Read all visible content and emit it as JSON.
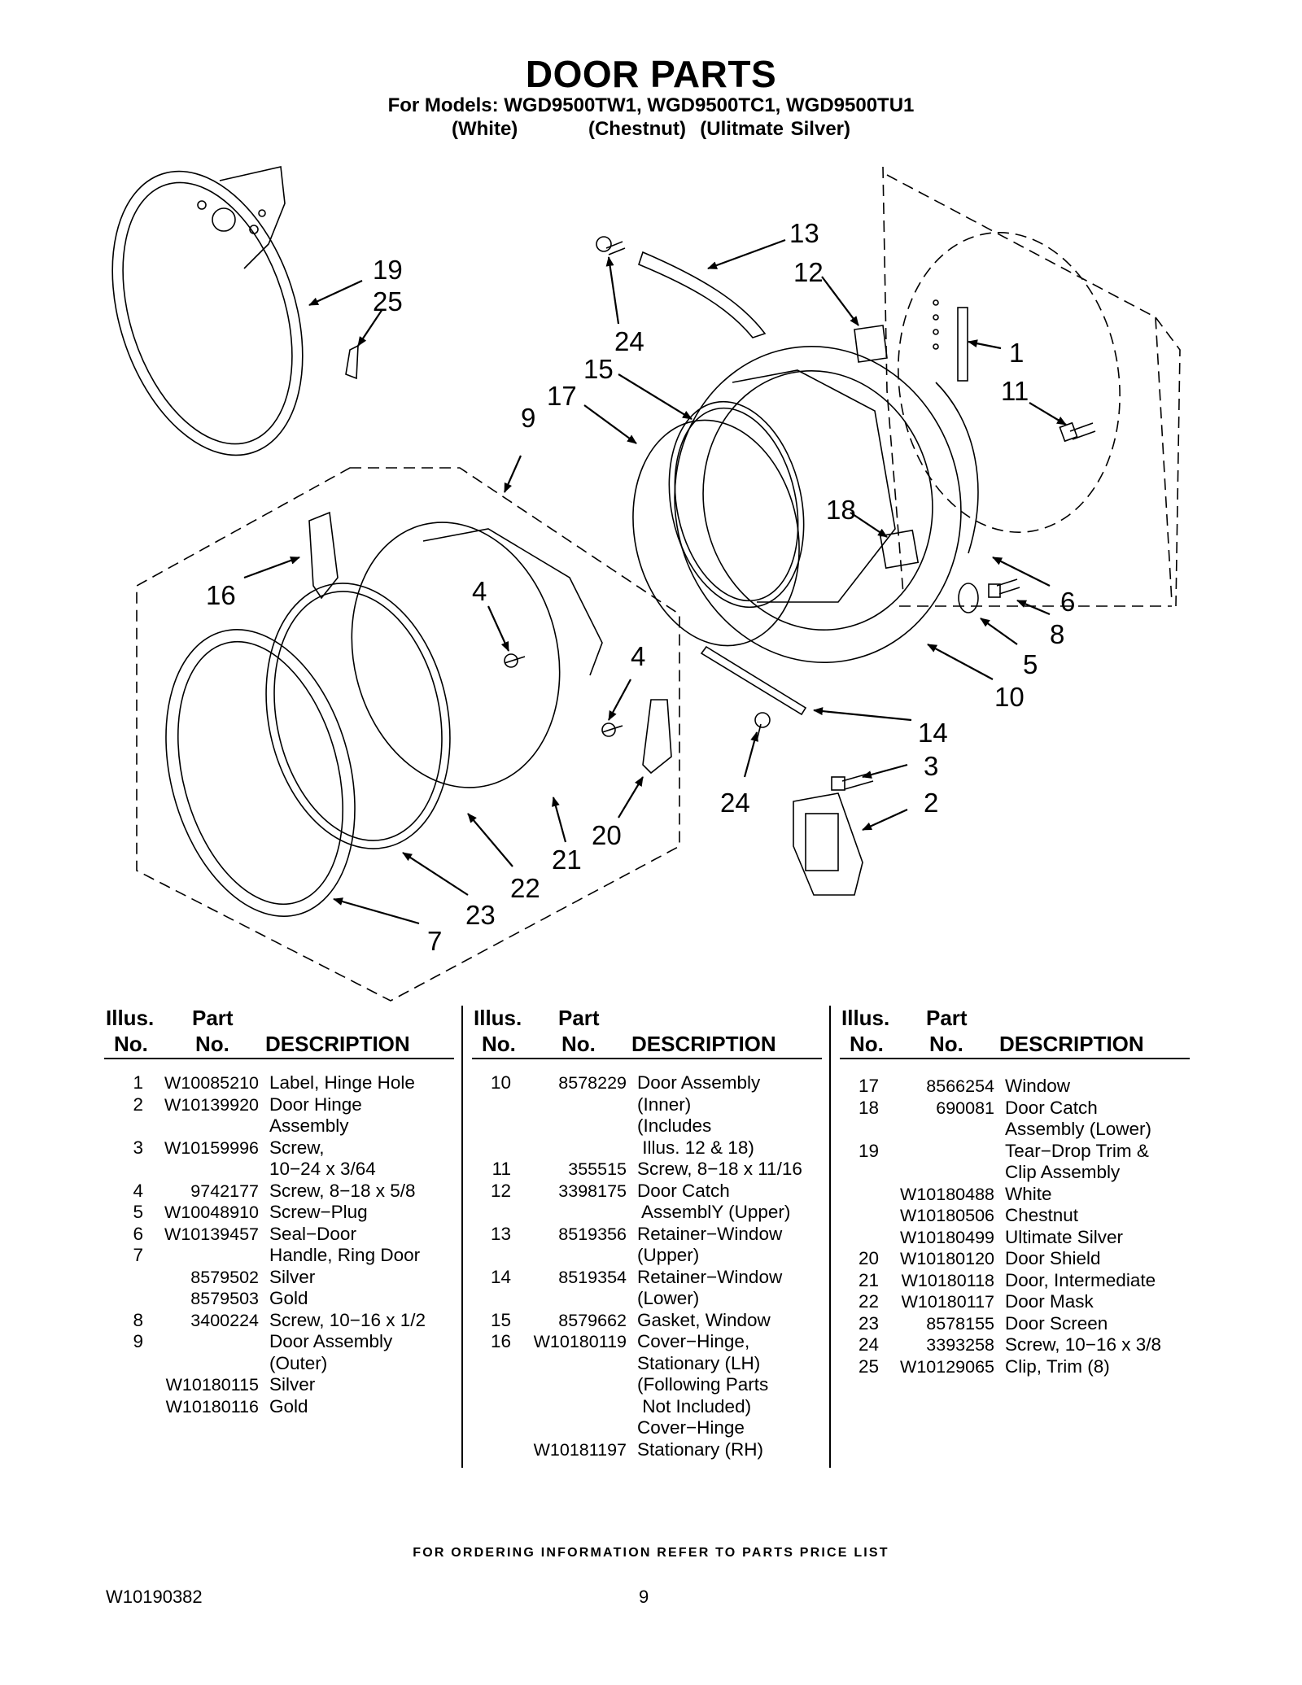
{
  "header": {
    "title": "DOOR PARTS",
    "models_line": "For Models: WGD9500TW1, WGD9500TC1, WGD9500TU1",
    "colors_line": "(White)          (Chestnut)  (Ulitmate Silver)"
  },
  "diagram": {
    "callouts": [
      "19",
      "25",
      "13",
      "12",
      "24",
      "1",
      "11",
      "15",
      "17",
      "9",
      "18",
      "16",
      "4",
      "4",
      "6",
      "8",
      "5",
      "10",
      "14",
      "3",
      "24",
      "2",
      "20",
      "21",
      "22",
      "23",
      "7"
    ]
  },
  "table": {
    "header": {
      "illus": "Illus.",
      "no": "No.",
      "part": "Part",
      "part_no": "No.",
      "description": "DESCRIPTION"
    },
    "columns": [
      [
        {
          "n": "1",
          "p": "W10085210",
          "d": "Label, Hinge Hole"
        },
        {
          "n": "2",
          "p": "W10139920",
          "d": "Door Hinge"
        },
        {
          "n": "",
          "p": "",
          "d": "Assembly"
        },
        {
          "n": "3",
          "p": "W10159996",
          "d": "Screw,"
        },
        {
          "n": "",
          "p": "",
          "d": "10−24 x 3/64"
        },
        {
          "n": "4",
          "p": "9742177",
          "d": "Screw, 8−18 x 5/8"
        },
        {
          "n": "5",
          "p": "W10048910",
          "d": "Screw−Plug"
        },
        {
          "n": "6",
          "p": "W10139457",
          "d": "Seal−Door"
        },
        {
          "n": "7",
          "p": "",
          "d": "Handle, Ring Door"
        },
        {
          "n": "",
          "p": "8579502",
          "d": "Silver"
        },
        {
          "n": "",
          "p": "8579503",
          "d": "Gold"
        },
        {
          "n": "8",
          "p": "3400224",
          "d": "Screw, 10−16 x 1/2"
        },
        {
          "n": "9",
          "p": "",
          "d": "Door Assembly"
        },
        {
          "n": "",
          "p": "",
          "d": "(Outer)"
        },
        {
          "n": "",
          "p": "W10180115",
          "d": "Silver"
        },
        {
          "n": "",
          "p": "W10180116",
          "d": "Gold"
        }
      ],
      [
        {
          "n": "10",
          "p": "8578229",
          "d": "Door Assembly"
        },
        {
          "n": "",
          "p": "",
          "d": "(Inner)"
        },
        {
          "n": "",
          "p": "",
          "d": "(Includes"
        },
        {
          "n": "",
          "p": "",
          "d": " Illus. 12 & 18)"
        },
        {
          "n": "11",
          "p": "355515",
          "d": "Screw, 8−18 x 11/16"
        },
        {
          "n": "12",
          "p": "3398175",
          "d": "Door Catch"
        },
        {
          "n": "",
          "p": "",
          "d": " AssemblY (Upper)"
        },
        {
          "n": "13",
          "p": "8519356",
          "d": "Retainer−Window"
        },
        {
          "n": "",
          "p": "",
          "d": "(Upper)"
        },
        {
          "n": "14",
          "p": "8519354",
          "d": "Retainer−Window"
        },
        {
          "n": "",
          "p": "",
          "d": "(Lower)"
        },
        {
          "n": "15",
          "p": "8579662",
          "d": "Gasket, Window"
        },
        {
          "n": "16",
          "p": "W10180119",
          "d": "Cover−Hinge,"
        },
        {
          "n": "",
          "p": "",
          "d": "Stationary (LH)"
        },
        {
          "n": "",
          "p": "",
          "d": "(Following Parts"
        },
        {
          "n": "",
          "p": "",
          "d": " Not Included)"
        },
        {
          "n": "",
          "p": "",
          "d": "Cover−Hinge"
        },
        {
          "n": "",
          "p": "W10181197",
          "d": "Stationary (RH)"
        }
      ],
      [
        {
          "n": "17",
          "p": "8566254",
          "d": "Window"
        },
        {
          "n": "18",
          "p": "690081",
          "d": "Door Catch"
        },
        {
          "n": "",
          "p": "",
          "d": "Assembly (Lower)"
        },
        {
          "n": "19",
          "p": "",
          "d": "Tear−Drop Trim &"
        },
        {
          "n": "",
          "p": "",
          "d": "Clip Assembly"
        },
        {
          "n": "",
          "p": "W10180488",
          "d": "White"
        },
        {
          "n": "",
          "p": "W10180506",
          "d": "Chestnut"
        },
        {
          "n": "",
          "p": "W10180499",
          "d": "Ultimate Silver"
        },
        {
          "n": "20",
          "p": "W10180120",
          "d": "Door Shield"
        },
        {
          "n": "21",
          "p": "W10180118",
          "d": "Door, Intermediate"
        },
        {
          "n": "22",
          "p": "W10180117",
          "d": "Door Mask"
        },
        {
          "n": "23",
          "p": "8578155",
          "d": "Door Screen"
        },
        {
          "n": "24",
          "p": "3393258",
          "d": "Screw, 10−16 x 3/8"
        },
        {
          "n": "25",
          "p": "W10129065",
          "d": "Clip, Trim (8)"
        }
      ]
    ]
  },
  "footer": {
    "ordering_note": "FOR ORDERING INFORMATION REFER TO PARTS PRICE LIST",
    "doc_number": "W10190382",
    "page_number": "9"
  }
}
